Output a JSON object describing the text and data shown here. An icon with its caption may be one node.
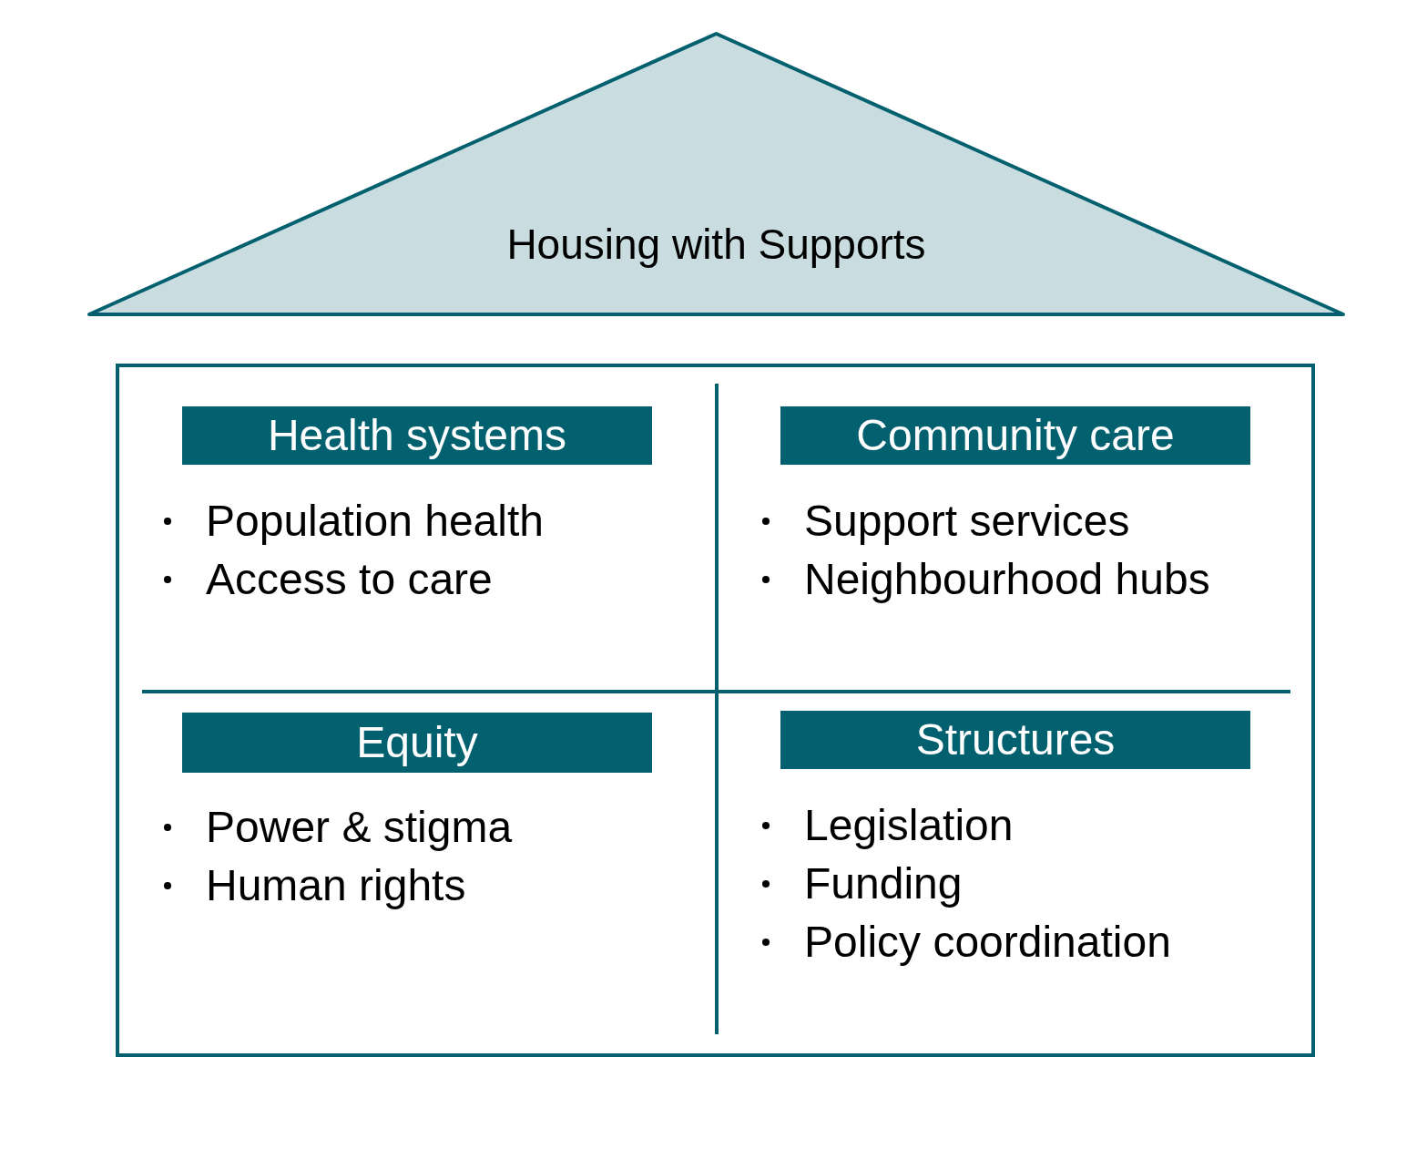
{
  "diagram": {
    "nodes": [
      {
        "text": [
          "Housing with Supports"
        ]
      },
      {
        "text": [],
        "shape": "box"
      },
      {
        "text": [
          "Health systems"
        ],
        "in": 1,
        "beside": [
          "Population health",
          "Access to care"
        ]
      },
      {
        "text": [
          "Community care"
        ],
        "in": 1,
        "beside": [
          "Support services",
          "Neighbourhood hubs"
        ]
      },
      {
        "text": [
          "Equity"
        ],
        "in": 1,
        "beside": [
          "Power & stigma",
          "Human rights"
        ]
      },
      {
        "text": [
          "Structures"
        ],
        "in": 1,
        "beside": [
          "Legislation",
          "Funding",
          "Policy coordination"
        ]
      }
    ],
    "edges": []
  }
}
